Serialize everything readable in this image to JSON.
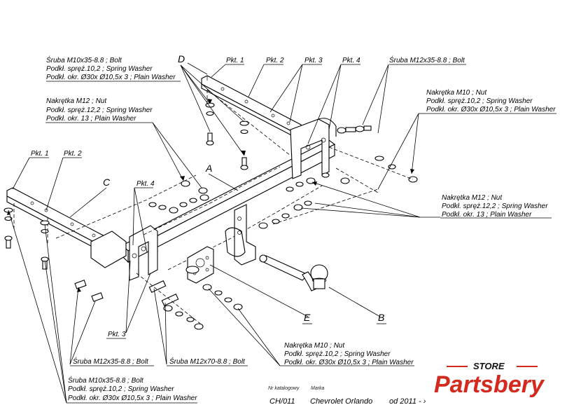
{
  "labels": {
    "bolt_m10_top": [
      "Śruba M10x35-8.8 ;  Bolt",
      "Podkł. spręż.10,2 ; Spring Washer",
      "Podkł. okr.  Ø30x Ø10,5x 3 ; Plain Washer"
    ],
    "nut_m12_left": [
      "Nakrętka  M12 ; Nut",
      "Podkł. spręż.12,2 ; Spring Washer",
      "Podkł. okr. 13 ; Plain Washer"
    ],
    "bolt_m12_top": [
      "Śruba M12x35-8.8 ;  Bolt"
    ],
    "nut_m10_right": [
      "Nakrętka  M10 ; Nut",
      "Podkł. spręż.10,2 ; Spring Washer",
      "Podkł. okr.  Ø30x Ø10,5x 3 ; Plain Washer"
    ],
    "nut_m12_right": [
      "Nakrętka  M12 ; Nut",
      "Podkł. spręż.12,2 ; Spring Washer",
      "Podkł. okr. 13 ; Plain Washer"
    ],
    "nut_m10_bottom": [
      "Nakrętka  M10 ; Nut",
      "Podkł. spręż.10,2 ; Spring Washer",
      "Podkł. okr.  Ø30x Ø10,5x 3 ; Plain Washer"
    ],
    "bolt_m12x35_bottom": [
      "Śruba M12x35-8.8 ;  Bolt"
    ],
    "bolt_m12x70_bottom": [
      "Śruba M12x70-8.8 ;  Bolt"
    ],
    "bolt_m10_bottom": [
      "Śruba M10x35-8.8 ;  Bolt",
      "Podkł. spręż.10,2 ; Spring Washer",
      "Podkł. okr.  Ø30x Ø10,5x 3 ; Plain Washer"
    ]
  },
  "points": {
    "pkt1_top": "Pkt. 1",
    "pkt2_top": "Pkt. 2",
    "pkt3_top": "Pkt. 3",
    "pkt4_top": "Pkt. 4",
    "pkt1_left": "Pkt. 1",
    "pkt2_left": "Pkt. 2",
    "pkt4_mid": "Pkt. 4",
    "pkt3_bottom": "Pkt. 3"
  },
  "letters": {
    "A": "A",
    "B": "B",
    "C": "C",
    "D": "D",
    "E": "E"
  },
  "catalog": {
    "nr_label": "Nr katalogowy",
    "marka_label": "Marka",
    "nr_value": "CH/011",
    "marka_value": "Chevrolet Orlando",
    "date_value": "od 2011 - ›"
  },
  "brand": {
    "store": "STORE",
    "name": "Partsbery",
    "accent": "#d42a1e"
  }
}
